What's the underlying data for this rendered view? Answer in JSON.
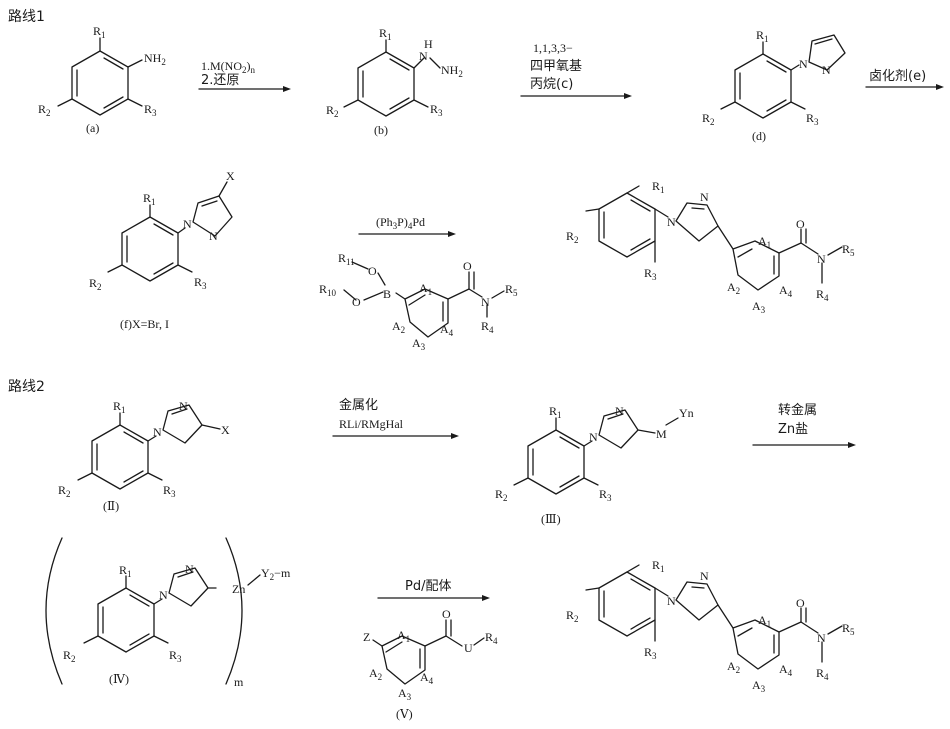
{
  "routes": {
    "route1_title": "路线1",
    "route2_title": "路线2"
  },
  "compounds": {
    "a": "(a)",
    "b": "(b)",
    "d": "(d)",
    "f": "(f)X=Br, I",
    "II": "(Ⅱ)",
    "III": "(Ⅲ)",
    "IV": "(Ⅳ)",
    "V": "(Ⅴ)",
    "m_sub": "m"
  },
  "reagents": {
    "step1_line1": "1.M(NO",
    "step1_line1_sub": "2",
    "step1_line1_end": ")",
    "step1_line1_n": "n",
    "step1_line2": "2.还原",
    "step2_line1": "1,1,3,3−",
    "step2_line2": "四甲氧基",
    "step2_line3": "丙烷(c)",
    "step3": "卤化剂(e)",
    "step4": "(Ph",
    "step4_sub": "3",
    "step4_end": "P)",
    "step4_sub2": "4",
    "step4_pd": "Pd",
    "r2_step1_line1": "金属化",
    "r2_step1_line2": "RLi/RMgHal",
    "r2_step2_line1": "转金属",
    "r2_step2_line2": "Zn盐",
    "r2_step3": "Pd/配体"
  },
  "atoms": {
    "R": "R",
    "n1": "1",
    "n2": "2",
    "n3": "3",
    "n4": "4",
    "n5": "5",
    "n10": "10",
    "n11": "11",
    "NH2": "NH",
    "H": "H",
    "N": "N",
    "X": "X",
    "O": "O",
    "B": "B",
    "A": "A",
    "M": "M",
    "Yn": "Yn",
    "Zn": "Zn",
    "Y2m": "Y",
    "Y2m_end": "−m",
    "Z": "Z",
    "U": "U"
  }
}
